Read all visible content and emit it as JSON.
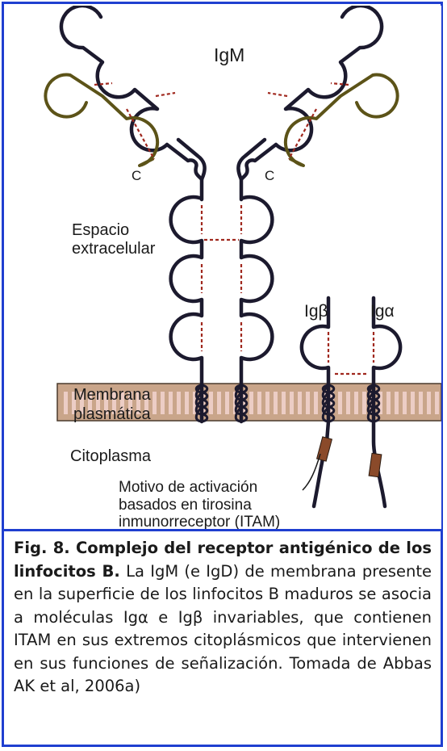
{
  "figure": {
    "labels": {
      "igm": "IgM",
      "c_left": "C",
      "c_right": "C",
      "espacio_line1": "Espacio",
      "espacio_line2": "extracelular",
      "igb": "Igβ",
      "iga": "Igα",
      "membrana_line1": "Membrana",
      "membrana_line2": "plasmática",
      "citoplasma": "Citoplasma",
      "motivo_line1": "Motivo de activación",
      "motivo_line2": "basados en tirosina",
      "motivo_line3": "inmunorreceptor (ITAM)"
    },
    "colors": {
      "heavy_chain": "#1c1a2e",
      "light_chain": "#5c5318",
      "disulfide": "#a0281e",
      "membrane_fill": "#c9a58a",
      "membrane_stripe": "#eccdc5",
      "itam": "#8a4a2a",
      "border": "#1f3fd0"
    }
  },
  "caption": {
    "bold": "Fig. 8. Complejo del receptor antigénico de los linfocitos B.",
    "text": " La IgM (e IgD) de membrana presente en la superficie de los linfocitos B maduros se asocia a moléculas Igα e Igβ invariables, que contienen ITAM en sus extremos citoplásmicos que intervienen en sus funciones de señalización. Tomada de Abbas AK et al, 2006a)"
  }
}
